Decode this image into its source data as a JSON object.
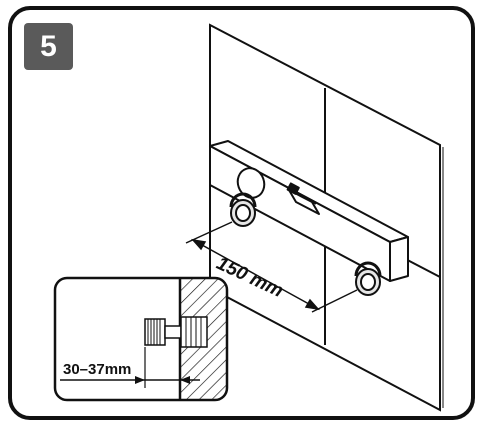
{
  "step": {
    "number": "5"
  },
  "dimensions": {
    "spacing": "150 mm",
    "projection": "30–37mm"
  },
  "icons": [
    "wall-tiles",
    "spirit-level",
    "wall-fitting",
    "section-detail"
  ],
  "colors": {
    "badge": "#5a5a5a",
    "line": "#111111",
    "fitting": "#e6e6e6"
  }
}
